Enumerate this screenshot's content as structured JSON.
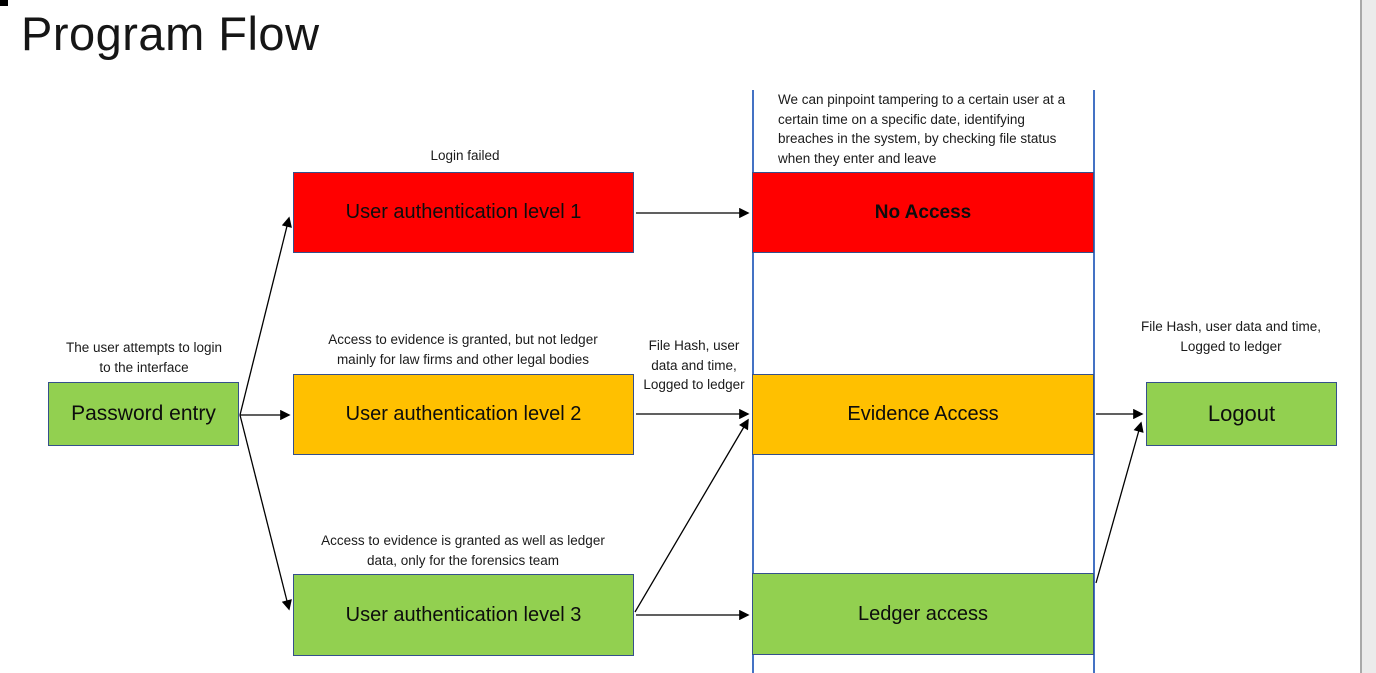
{
  "title": "Program Flow",
  "colors": {
    "red": "#FF0000",
    "orange": "#FFC000",
    "green": "#92D050",
    "node_border": "#35508B",
    "lane_line": "#4472C4",
    "arrow": "#000000"
  },
  "nodes": {
    "password_entry": {
      "label": "Password entry"
    },
    "auth_level_1": {
      "label": "User authentication level 1"
    },
    "auth_level_2": {
      "label": "User authentication level 2"
    },
    "auth_level_3": {
      "label": "User authentication level 3"
    },
    "no_access": {
      "label": "No Access"
    },
    "evidence_access": {
      "label": "Evidence Access"
    },
    "ledger_access": {
      "label": "Ledger access"
    },
    "logout": {
      "label": "Logout"
    }
  },
  "annotations": {
    "login_failed": "Login failed",
    "login_attempt": "The user attempts to login\nto the interface",
    "level2_note": "Access to evidence is granted, but not ledger\nmainly for law firms and other legal bodies",
    "level3_note": "Access to evidence is granted as well as ledger\ndata, only for the forensics team",
    "file_hash_mid": "File Hash, user\ndata and time,\nLogged to ledger",
    "file_hash_right": "File Hash, user data and time,\nLogged to ledger",
    "tamper_note": "We can pinpoint tampering to a certain user at a\ncertain time on a specific date, identifying\nbreaches in the system, by checking file status\nwhen they enter and leave"
  }
}
